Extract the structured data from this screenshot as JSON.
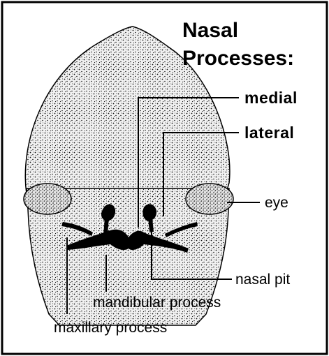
{
  "title": {
    "line1": "Nasal",
    "line2": "Processes:"
  },
  "labels": {
    "medial": "medial",
    "lateral": "lateral",
    "eye": "eye",
    "nasal_pit": "nasal pit",
    "mandibular_process": "mandibular process",
    "maxillary_process": "maxillary process"
  }
}
